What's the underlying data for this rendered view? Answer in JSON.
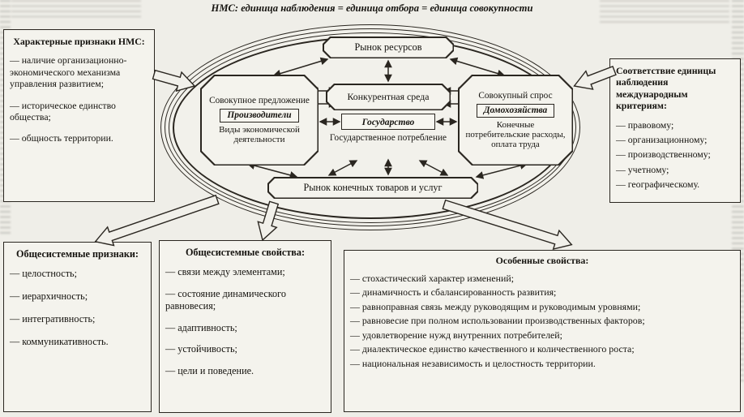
{
  "page": {
    "title": "НМС: единица наблюдения = единица отбора = единица совокупности"
  },
  "left_panel": {
    "heading": "Характерные признаки НМС:",
    "items": [
      "— наличие организационно-экономического механизма управления развитием;",
      "— историческое единство общества;",
      "— общность территории."
    ]
  },
  "right_panel": {
    "heading": "Соответствие единицы наблюдения международным критериям:",
    "items": [
      "— правовому;",
      "— организационному;",
      "— производственному;",
      "— учетному;",
      "— географическому."
    ]
  },
  "ellipse_diagram": {
    "top_node": {
      "label": "Рынок ресурсов"
    },
    "supply_node": {
      "title": "Совокупное предложение",
      "actor": "Производители",
      "detail": "Виды экономической деятельности"
    },
    "center_node": {
      "title": "Конкурентная среда",
      "actor": "Государство",
      "detail": "Государственное потребление"
    },
    "demand_node": {
      "title": "Совокупный спрос",
      "actor": "Домохозяйства",
      "detail": "Конечные потребительские расходы, оплата труда"
    },
    "bottom_node": {
      "label": "Рынок конечных товаров и услуг"
    }
  },
  "system_features_panel": {
    "heading": "Общесистемные признаки:",
    "items": [
      "— целостность;",
      "— иерархичность;",
      "— интегративность;",
      "— коммуникативность."
    ]
  },
  "system_properties_panel": {
    "heading": "Общесистемные свойства:",
    "items": [
      "— связи между элементами;",
      "— состояние динамического равновесия;",
      "— адаптивность;",
      "— устойчивость;",
      "— цели и поведение."
    ]
  },
  "special_properties_panel": {
    "heading": "Особенные свойства:",
    "items": [
      "— стохастический характер изменений;",
      "— динамичность и сбалансированность развития;",
      "— равноправная связь между руководящим и руководимым уровнями;",
      "— равновесие при полном использовании производственных факторов;",
      "— удовлетворение нужд внутренних потребителей;",
      "— диалектическое единство качественного и количественного роста;",
      "— национальная независимость и целостность территории."
    ]
  }
}
